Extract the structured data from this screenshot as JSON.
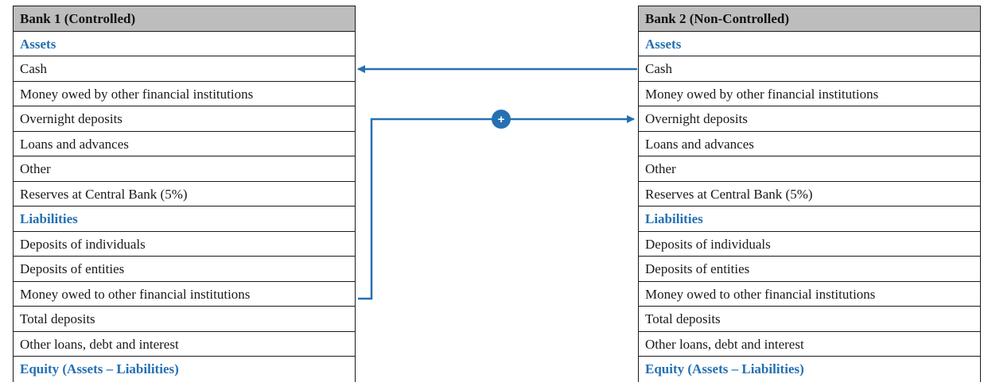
{
  "bank1": {
    "title": "Bank 1 (Controlled)",
    "rows": [
      {
        "label": "Assets",
        "kind": "section"
      },
      {
        "label": "Cash",
        "kind": "item"
      },
      {
        "label": "Money owed by other financial institutions",
        "kind": "item"
      },
      {
        "label": "Overnight deposits",
        "kind": "item"
      },
      {
        "label": "Loans and advances",
        "kind": "item"
      },
      {
        "label": "Other",
        "kind": "item"
      },
      {
        "label": "Reserves at Central Bank (5%)",
        "kind": "item"
      },
      {
        "label": "Liabilities",
        "kind": "section"
      },
      {
        "label": "Deposits of individuals",
        "kind": "item"
      },
      {
        "label": "Deposits of entities",
        "kind": "item"
      },
      {
        "label": "Money owed to other financial institutions",
        "kind": "item"
      },
      {
        "label": "Total deposits",
        "kind": "item"
      },
      {
        "label": "Other loans, debt and interest",
        "kind": "item"
      },
      {
        "label": "Equity (Assets – Liabilities)",
        "kind": "section"
      }
    ]
  },
  "bank2": {
    "title": "Bank 2 (Non-Controlled)",
    "rows": [
      {
        "label": "Assets",
        "kind": "section"
      },
      {
        "label": "Cash",
        "kind": "item"
      },
      {
        "label": "Money owed by other financial institutions",
        "kind": "item"
      },
      {
        "label": "Overnight deposits",
        "kind": "item"
      },
      {
        "label": "Loans and advances",
        "kind": "item"
      },
      {
        "label": "Other",
        "kind": "item"
      },
      {
        "label": "Reserves at Central Bank (5%)",
        "kind": "item"
      },
      {
        "label": "Liabilities",
        "kind": "section"
      },
      {
        "label": "Deposits of individuals",
        "kind": "item"
      },
      {
        "label": "Deposits of entities",
        "kind": "item"
      },
      {
        "label": "Money owed to other financial institutions",
        "kind": "item"
      },
      {
        "label": "Total deposits",
        "kind": "item"
      },
      {
        "label": "Other loans, debt and interest",
        "kind": "item"
      },
      {
        "label": "Equity (Assets – Liabilities)",
        "kind": "section"
      }
    ]
  },
  "flows": {
    "plus_symbol": "+",
    "colors": {
      "arrow": "#2470b3",
      "section_text": "#2470b3",
      "header_fill": "#bdbdbd"
    }
  }
}
